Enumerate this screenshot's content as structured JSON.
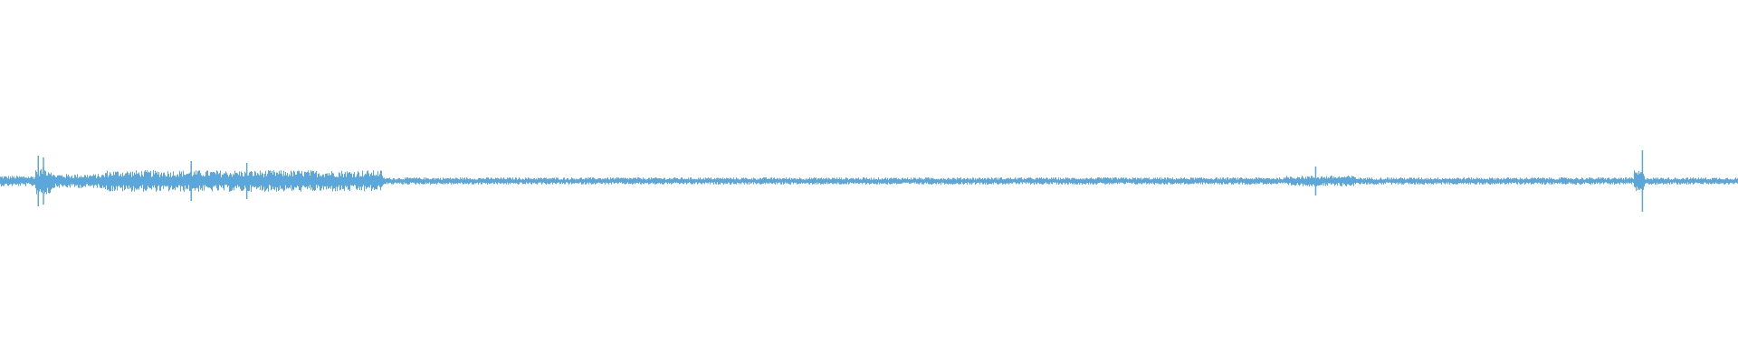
{
  "waveform": {
    "color": "#5BA7DB",
    "background": "#ffffff",
    "baseline_amplitude": 0.035,
    "segments": [
      {
        "from": 0.0,
        "to": 0.02,
        "amp": 0.06
      },
      {
        "from": 0.02,
        "to": 0.03,
        "amp": 0.15
      },
      {
        "from": 0.03,
        "to": 0.06,
        "amp": 0.08
      },
      {
        "from": 0.06,
        "to": 0.22,
        "amp": 0.12
      },
      {
        "from": 0.22,
        "to": 0.74,
        "amp": 0.04
      },
      {
        "from": 0.74,
        "to": 0.78,
        "amp": 0.06
      },
      {
        "from": 0.78,
        "to": 0.94,
        "amp": 0.04
      },
      {
        "from": 0.94,
        "to": 0.946,
        "amp": 0.12
      },
      {
        "from": 0.946,
        "to": 1.0,
        "amp": 0.04
      }
    ],
    "spikes": [
      {
        "at": 0.022,
        "amp": 0.28
      },
      {
        "at": 0.025,
        "amp": 0.26
      },
      {
        "at": 0.11,
        "amp": 0.22
      },
      {
        "at": 0.142,
        "amp": 0.2
      },
      {
        "at": 0.757,
        "amp": 0.16
      },
      {
        "at": 0.945,
        "amp": 0.34
      }
    ]
  }
}
